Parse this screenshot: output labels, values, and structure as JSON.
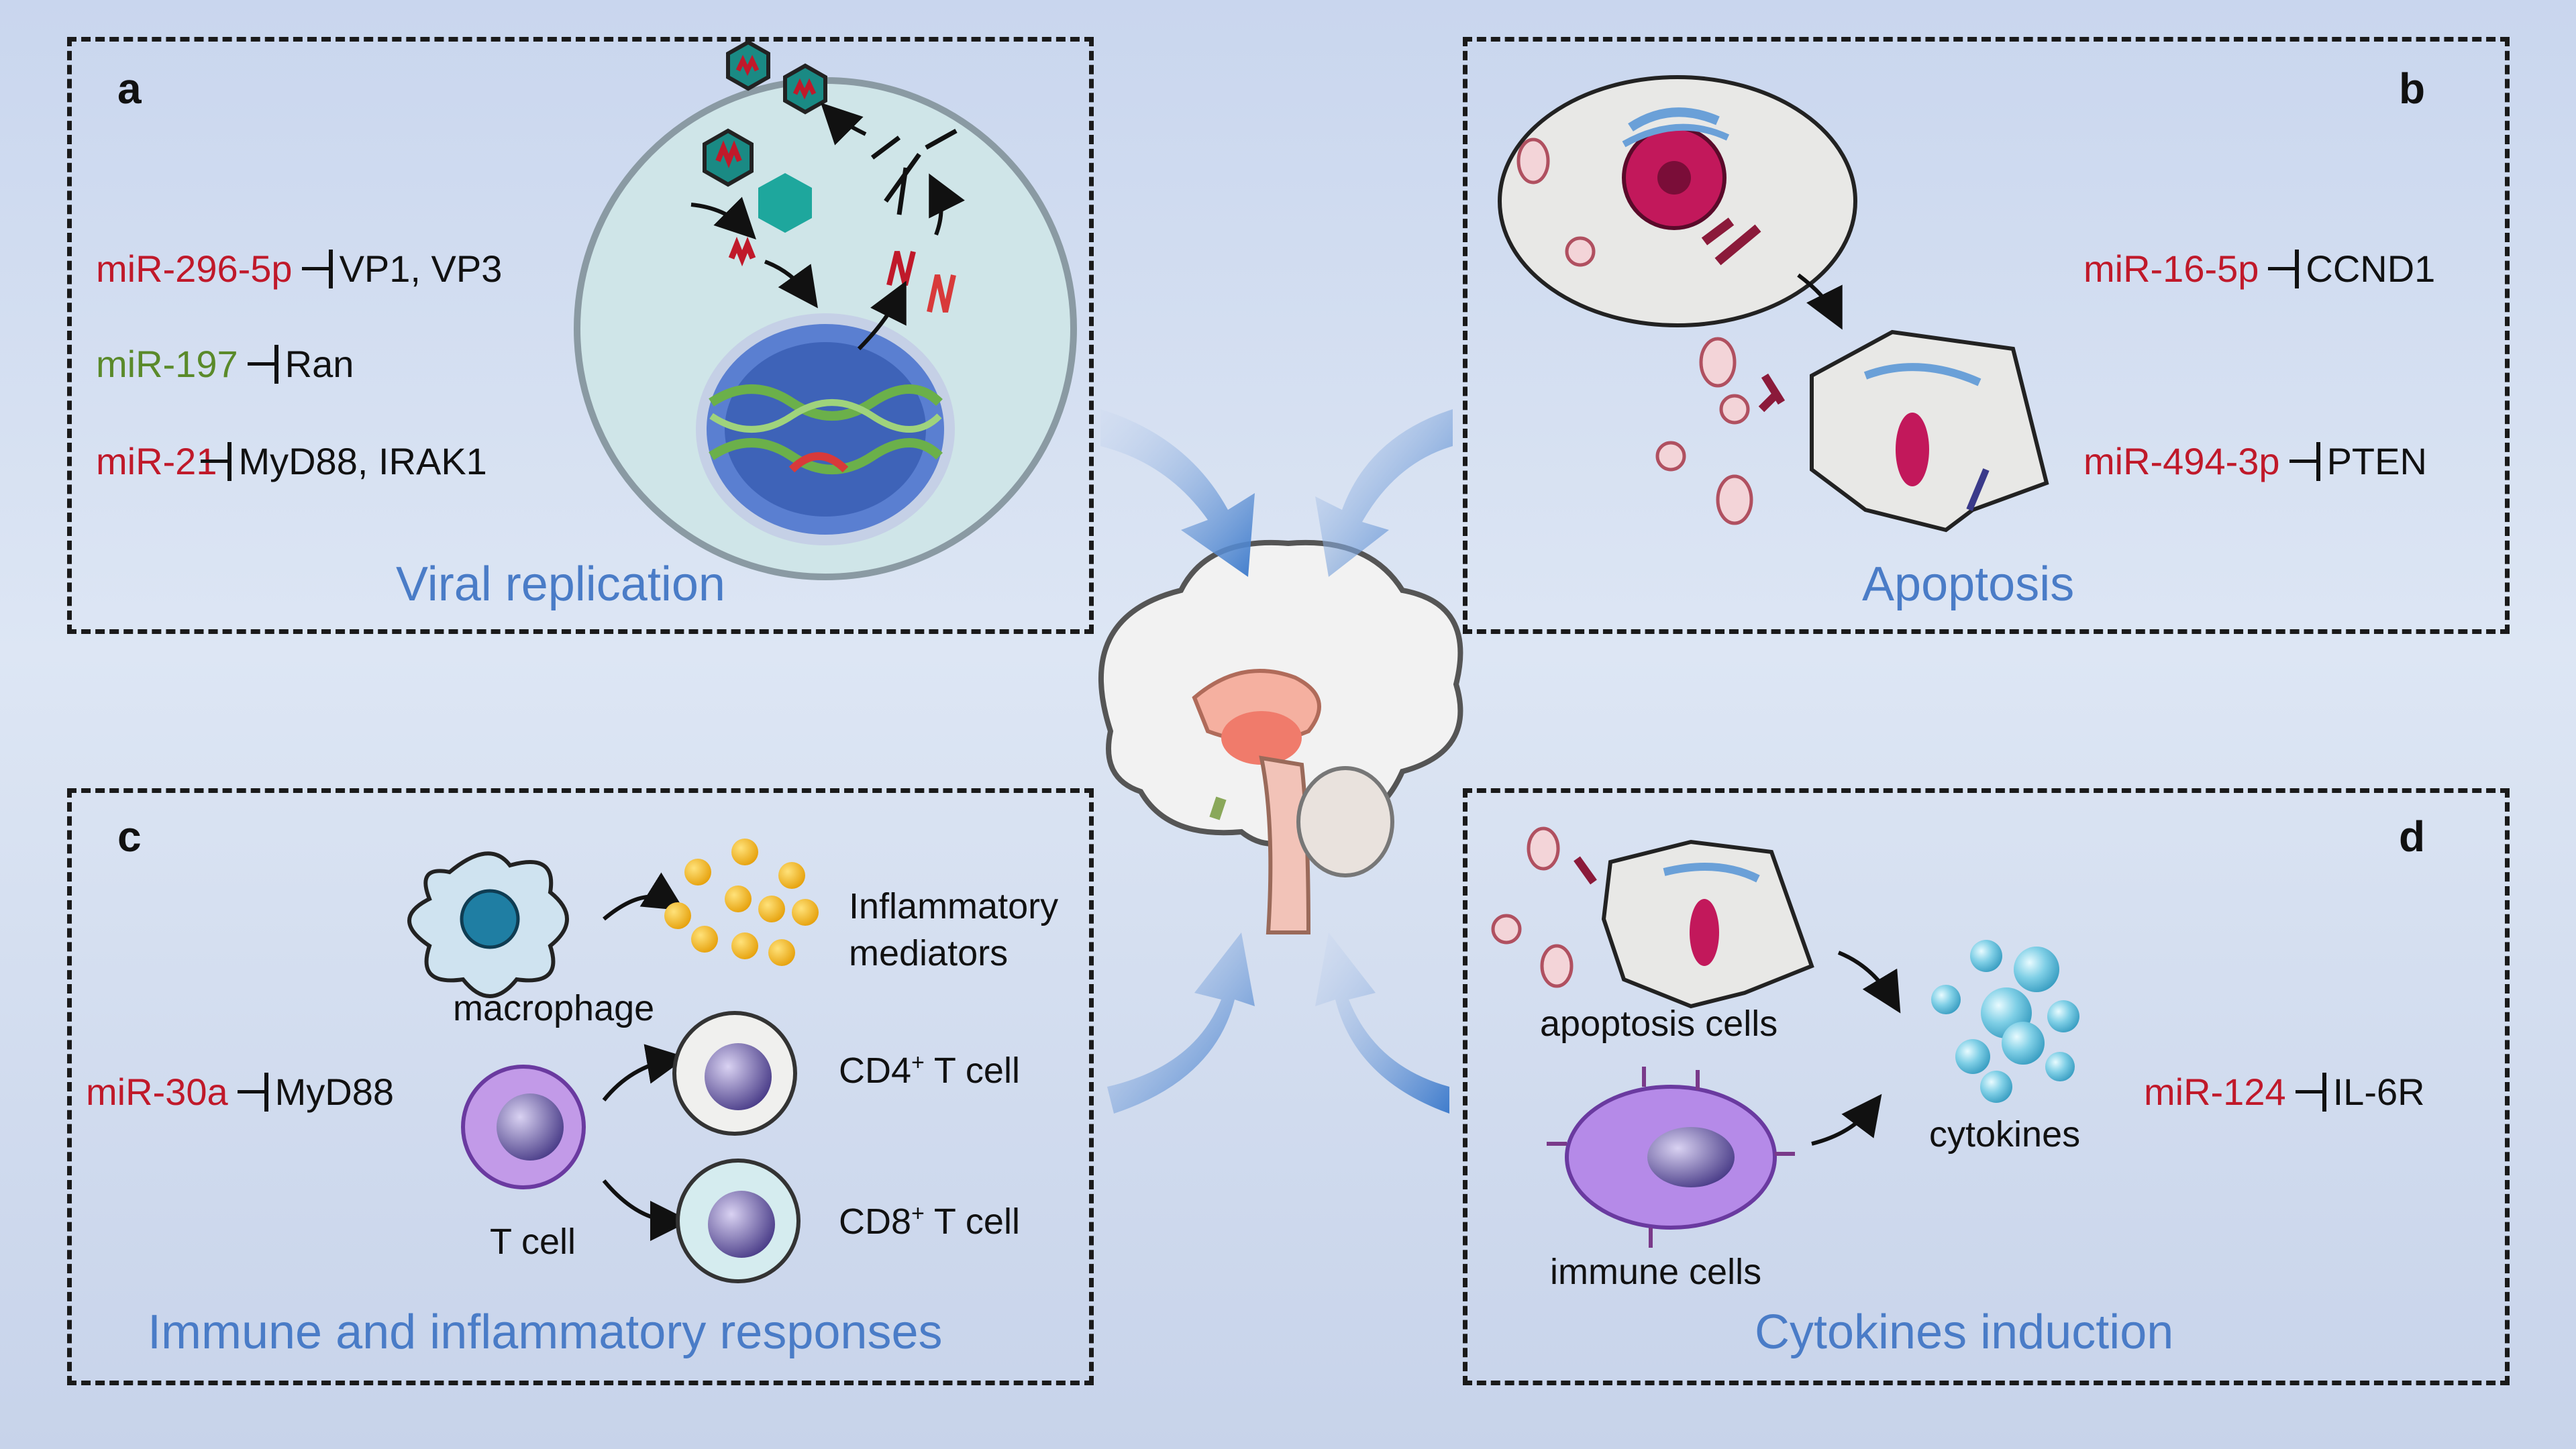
{
  "panels": {
    "a": {
      "letter": "a",
      "title": "Viral replication",
      "regs": [
        {
          "mir": "miR-296-5p",
          "target": "VP1, VP3",
          "color": "red"
        },
        {
          "mir": "miR-197",
          "target": "Ran",
          "color": "green"
        },
        {
          "mir": "miR-21",
          "target": "MyD88, IRAK1",
          "color": "red"
        }
      ]
    },
    "b": {
      "letter": "b",
      "title": "Apoptosis",
      "regs": [
        {
          "mir": "miR-16-5p",
          "target": "CCND1",
          "color": "red"
        },
        {
          "mir": "miR-494-3p",
          "target": "PTEN",
          "color": "red"
        }
      ]
    },
    "c": {
      "letter": "c",
      "title": "Immune and inflammatory responses",
      "regs": [
        {
          "mir": "miR-30a",
          "target": "MyD88",
          "color": "red"
        }
      ],
      "labels": {
        "mediators_1": "Inflammatory",
        "mediators_2": "mediators",
        "macrophage": "macrophage",
        "tcell": "T cell",
        "cd4": "CD4",
        "cd8": "CD8",
        "sup": "+",
        "tcell_suffix": " T cell"
      }
    },
    "d": {
      "letter": "d",
      "title": "Cytokines induction",
      "regs": [
        {
          "mir": "miR-124",
          "target": "IL-6R",
          "color": "red"
        }
      ],
      "labels": {
        "apoptosis_cells": "apoptosis cells",
        "immune_cells": "immune cells",
        "cytokines": "cytokines"
      }
    }
  },
  "colors": {
    "mir_red": "#c0192a",
    "mir_green": "#5a8a2a",
    "title_blue": "#4a7cc7",
    "arrow_blue": "#4f86cf",
    "panel_border": "#1a1a1a"
  },
  "icons": [
    "virus-icon",
    "cell-icon",
    "nucleus-icon",
    "brain-icon",
    "macrophage-icon",
    "t-cell-icon",
    "immune-cell-icon",
    "cytokine-icon",
    "apoptotic-cell-icon"
  ]
}
